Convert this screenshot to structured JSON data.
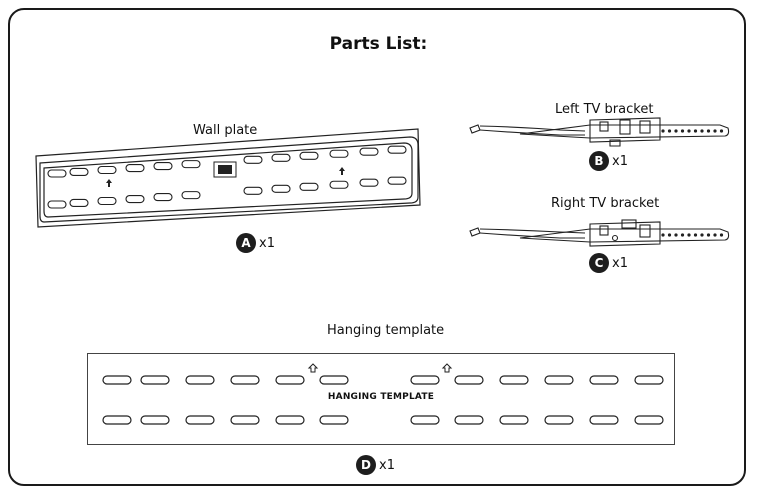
{
  "title": "Parts List:",
  "parts": {
    "wall_plate": {
      "label": "Wall plate",
      "letter": "A",
      "qty": "x1"
    },
    "left_bracket": {
      "label": "Left TV bracket",
      "letter": "B",
      "qty": "x1"
    },
    "right_bracket": {
      "label": "Right TV bracket",
      "letter": "C",
      "qty": "x1"
    },
    "hanging_template": {
      "label": "Hanging template",
      "letter": "D",
      "qty": "x1",
      "inner_text": "HANGING TEMPLATE"
    }
  },
  "colors": {
    "ink": "#1e1e1e",
    "background": "#ffffff"
  }
}
